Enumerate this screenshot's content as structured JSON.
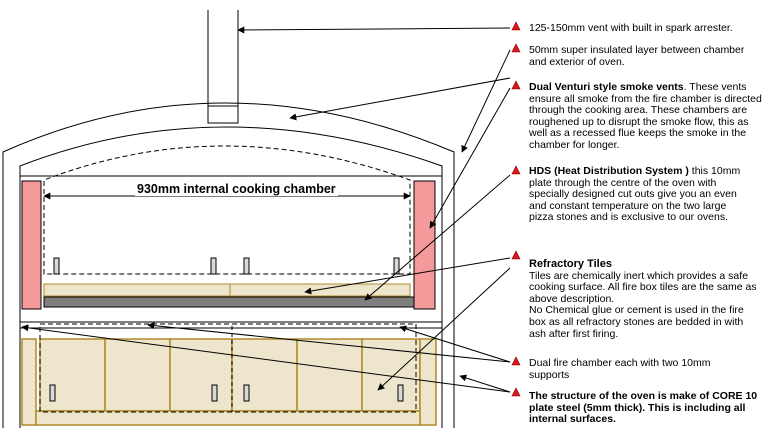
{
  "diagram": {
    "chamber_label": "930mm internal cooking chamber",
    "notes": {
      "vent": "125-150mm vent with built in spark arrester.",
      "insulation": "50mm super insulated layer between chamber and exterior of oven.",
      "venturi_title": "Dual Venturi style smoke vents",
      "venturi_body": ". These vents ensure all smoke from the fire chamber is directed through the cooking area. These chambers are roughened up to disrupt the smoke flow, this as well as a recessed flue keeps the smoke in the chamber for longer.",
      "hds_title": "HDS (Heat Distribution System )",
      "hds_body": " this 10mm plate through the centre of the oven with specially designed cut outs give you an even and constant temperature on the two large pizza stones and is exclusive to our ovens.",
      "tiles_title": "Refractory Tiles",
      "tiles_body_1": "Tiles are chemically inert which provides a safe cooking surface.  All fire box tiles are the same as above description.",
      "tiles_body_2": "No Chemical glue or cement is used in the fire box as all refractory stones are bedded in with ash after  first firing.",
      "fire_chamber": "Dual fire chamber each with two 10mm supports",
      "structure": "The structure of the oven is make of CORE 10 plate steel (5mm thick). This is including all internal surfaces."
    },
    "colors": {
      "vent_brick": "#f59a9a",
      "tile": "#eee6cc",
      "tile_border": "#b08a2a",
      "plate": "#7f7f7f",
      "marker": "#d7191c"
    }
  }
}
